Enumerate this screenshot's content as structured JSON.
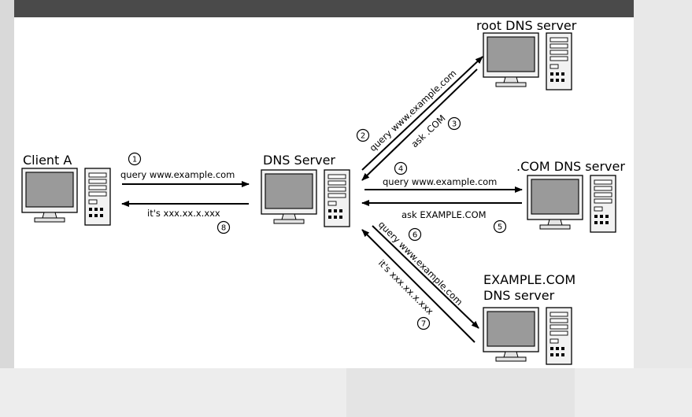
{
  "nodes": {
    "client": {
      "label": "Client A"
    },
    "dns_server": {
      "label": "DNS Server"
    },
    "root": {
      "label": "root DNS server"
    },
    "com": {
      "label": ".COM DNS server"
    },
    "example_line1": "EXAMPLE.COM",
    "example_line2": "DNS server"
  },
  "edges": [
    {
      "step": "1",
      "label": "query www.example.com"
    },
    {
      "step": "2",
      "label": "query www.example.com"
    },
    {
      "step": "3",
      "label": "ask .COM"
    },
    {
      "step": "4",
      "label": "query www.example.com"
    },
    {
      "step": "5",
      "label": "ask EXAMPLE.COM"
    },
    {
      "step": "6",
      "label": "query www.example.com"
    },
    {
      "step": "7",
      "label": "it's xxx.xx.x.xxx"
    },
    {
      "step": "8",
      "label": "it's xxx.xx.x.xxx"
    }
  ]
}
